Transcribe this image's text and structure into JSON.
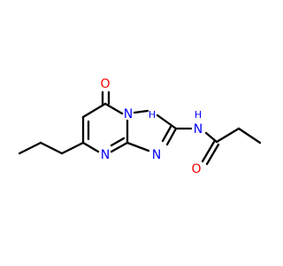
{
  "molecule": {
    "atoms": {
      "o_carbonyl_ring": {
        "text": "O",
        "color": "#ff0000"
      },
      "n_bridge": {
        "text": "N",
        "color": "#0000ff"
      },
      "h_on_n": {
        "text": "H",
        "color": "#0000ff"
      },
      "n_amide": {
        "text": "N",
        "color": "#0000ff"
      },
      "h_amide": {
        "text": "H",
        "color": "#0000ff"
      },
      "n_pyrimidine": {
        "text": "N",
        "color": "#0000ff"
      },
      "n_triazole": {
        "text": "N",
        "color": "#0000ff"
      },
      "o_amide": {
        "text": "O",
        "color": "#ff0000"
      }
    },
    "bond_color": "#000000"
  }
}
